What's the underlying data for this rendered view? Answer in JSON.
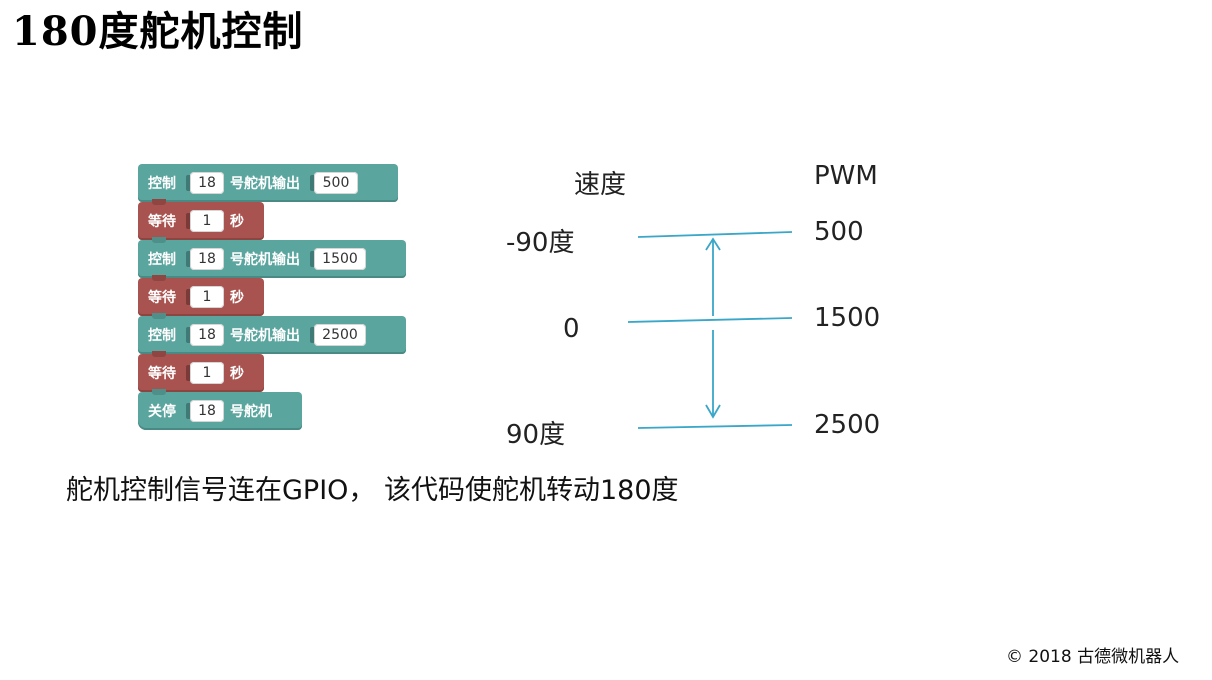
{
  "slide": {
    "title": "180度舵机控制",
    "caption": "舵机控制信号连在GPIO， 该代码使舵机转动180度",
    "footer": "© 2018 古德微机器人"
  },
  "blocks": [
    {
      "kind": "control",
      "label": "控制",
      "pin": "18",
      "mid_label": "号舵机输出",
      "value": "500"
    },
    {
      "kind": "wait",
      "label": "等待",
      "value": "1",
      "unit": "秒"
    },
    {
      "kind": "control",
      "label": "控制",
      "pin": "18",
      "mid_label": "号舵机输出",
      "value": "1500"
    },
    {
      "kind": "wait",
      "label": "等待",
      "value": "1",
      "unit": "秒"
    },
    {
      "kind": "control",
      "label": "控制",
      "pin": "18",
      "mid_label": "号舵机输出",
      "value": "2500"
    },
    {
      "kind": "wait",
      "label": "等待",
      "value": "1",
      "unit": "秒"
    },
    {
      "kind": "stop",
      "label": "关停",
      "pin": "18",
      "mid_label": "号舵机"
    }
  ],
  "diagram": {
    "speed_header": "速度",
    "pwm_header": "PWM",
    "rows": [
      {
        "angle": "-90度",
        "pwm": "500"
      },
      {
        "angle": "0",
        "pwm": "1500"
      },
      {
        "angle": "90度",
        "pwm": "2500"
      }
    ],
    "line_color": "#3aa6c8"
  },
  "colors": {
    "control_block": "#5ba59f",
    "wait_block": "#a8534f"
  }
}
